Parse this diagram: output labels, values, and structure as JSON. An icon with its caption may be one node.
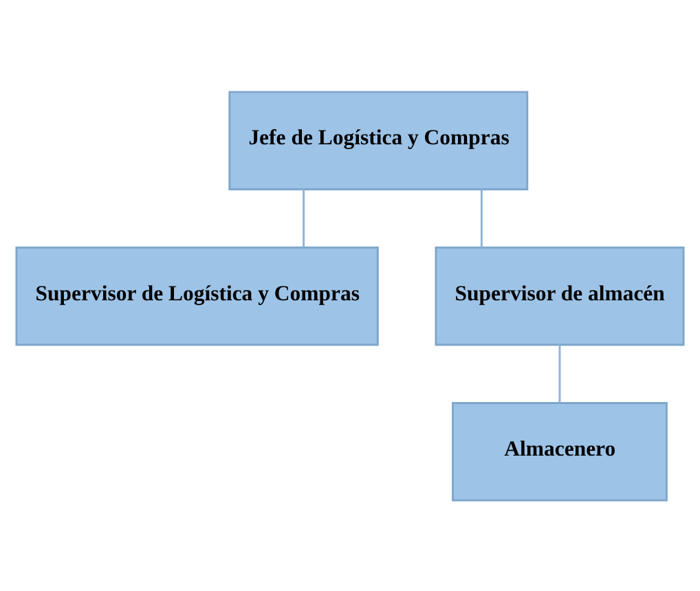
{
  "diagram": {
    "nodes": [
      {
        "text": [
          "Jefe de Logística y Compras"
        ]
      },
      {
        "text": [
          "Supervisor de Logística y Compras"
        ]
      },
      {
        "text": [
          "Supervisor de almacén"
        ]
      },
      {
        "text": [
          "Almacenero"
        ]
      }
    ],
    "edges": [
      {
        "from": 0,
        "to": 1,
        "arrow": "none"
      },
      {
        "from": 0,
        "to": 2,
        "arrow": "none"
      },
      {
        "from": 2,
        "to": 3,
        "arrow": "none"
      }
    ]
  }
}
